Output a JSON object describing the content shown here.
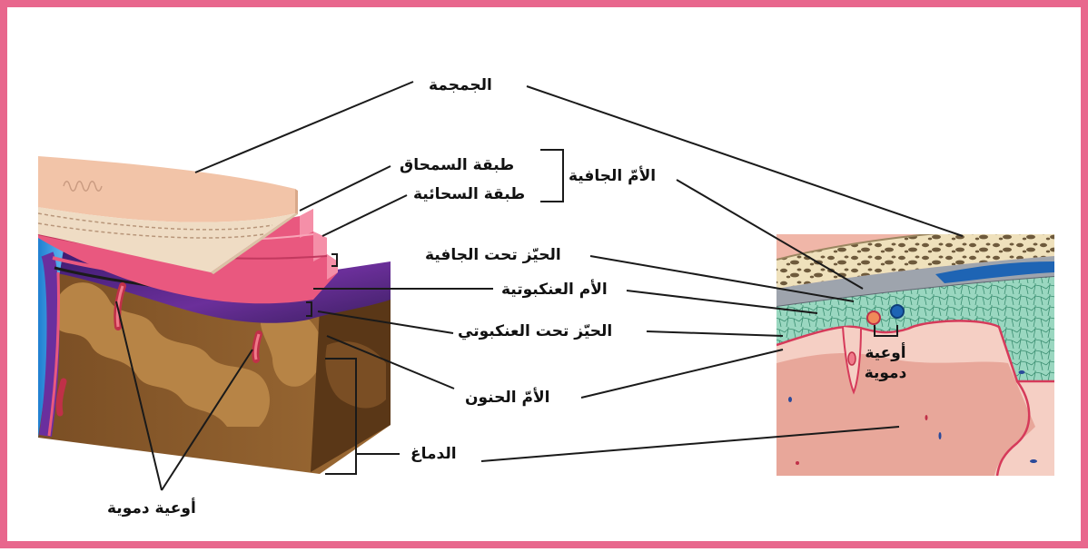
{
  "labels": {
    "skull": "الجمجمة",
    "periosteal_layer": "طبقة السمحاق",
    "meningeal_layer": "طبقة السحائية",
    "dura_mater": "الأمّ الجافية",
    "subdural_space": "الحيّز تحت الجافية",
    "arachnoid_mater": "الأم العنكبوتية",
    "subarachnoid_space": "الحيّز تحت العنكبوتي",
    "pia_mater": "الأمّ الحنون",
    "brain": "الدماغ",
    "blood_vessels_left": "أوعية دموية",
    "blood_vessels_right_line1": "أوعية",
    "blood_vessels_right_line2": "دموية"
  },
  "colors": {
    "frame_border": "#e8678d",
    "skull": "#f2c4a8",
    "dura": "#e9587f",
    "brain_dark": "#9b6a3a",
    "brain_light": "#f0b6a8",
    "csf_green": "#8fd3b8",
    "vessel_blue": "#1e64b4"
  }
}
